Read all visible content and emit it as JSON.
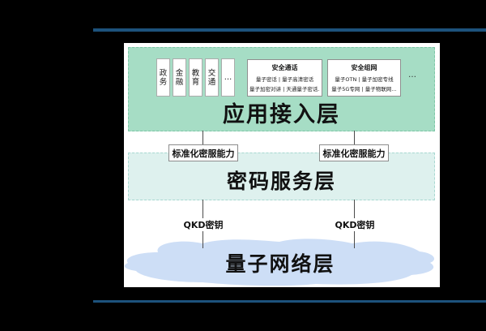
{
  "window": {
    "background_color": "#000000",
    "accent_bar_color": "#1d527c",
    "panel_color": "#ffffff"
  },
  "diagram": {
    "application_layer": {
      "title": "应用接入层",
      "fill_color": "#a6ddc5",
      "sectors": [
        "政务",
        "金融",
        "教育",
        "交通",
        "…"
      ],
      "cards": [
        {
          "title": "安全通话",
          "line1": "量子密话 | 量子高清密话",
          "line2": "量子加密对讲 | 天通量子密话…"
        },
        {
          "title": "安全组网",
          "line1": "量子OTN | 量子加密专线",
          "line2": "量子5G专网 | 量子物联网…"
        }
      ],
      "more": "…"
    },
    "crypto_layer": {
      "title": "密码服务层",
      "fill_color": "#def1ee"
    },
    "network_layer": {
      "title": "量子网络层",
      "fill_color": "#cddef6"
    },
    "connector_labels": {
      "standardized_capability": "标准化密服能力",
      "qkd_key": "QKD密钥"
    }
  }
}
